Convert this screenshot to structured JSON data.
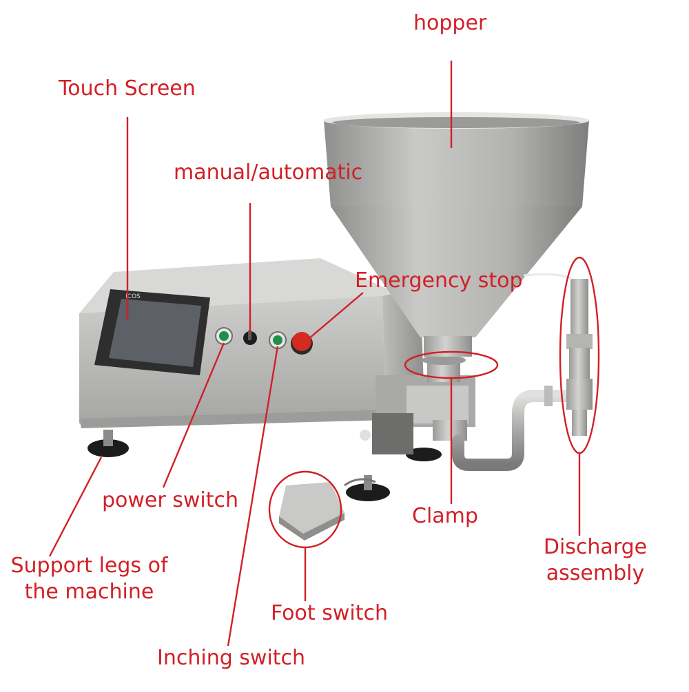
{
  "labels": {
    "hopper": "hopper",
    "touch_screen": "Touch Screen",
    "manual_automatic": "manual/automatic",
    "emergency_stop": "Emergency stop",
    "power_switch": "power switch",
    "clamp": "Clamp",
    "discharge_line1": "Discharge",
    "discharge_line2": "assembly",
    "support_legs_line1": "Support legs of",
    "support_legs_line2": "the machine",
    "foot_switch": "Foot switch",
    "inching_switch": "Inching switch"
  },
  "screen_brand": "ICOS",
  "colors": {
    "annotation": "#d21f26",
    "steel": "#b9b9b7",
    "steel_dark": "#8d8d8b",
    "green_button": "#1f8f4a",
    "red_button": "#d42a20"
  }
}
